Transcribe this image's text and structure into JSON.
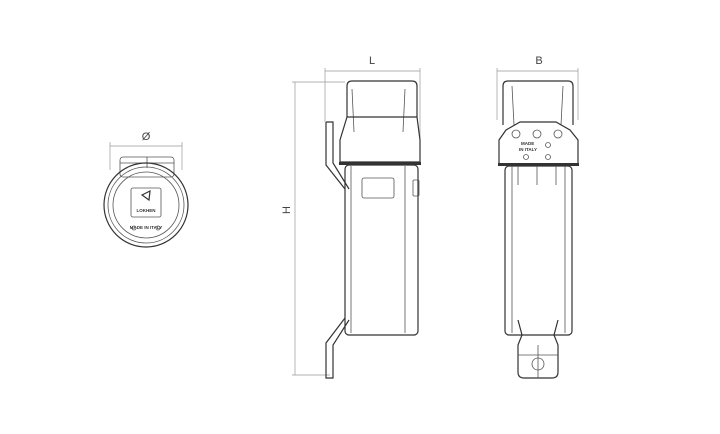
{
  "dimensions": {
    "diameter": "Ø",
    "length": "L",
    "width": "B",
    "height": "H"
  },
  "markings": {
    "brand": "LOKHEN",
    "made_in_italy": "MADE IN ITALY",
    "made_line1": "MADE",
    "made_line2": "IN ITALY"
  }
}
